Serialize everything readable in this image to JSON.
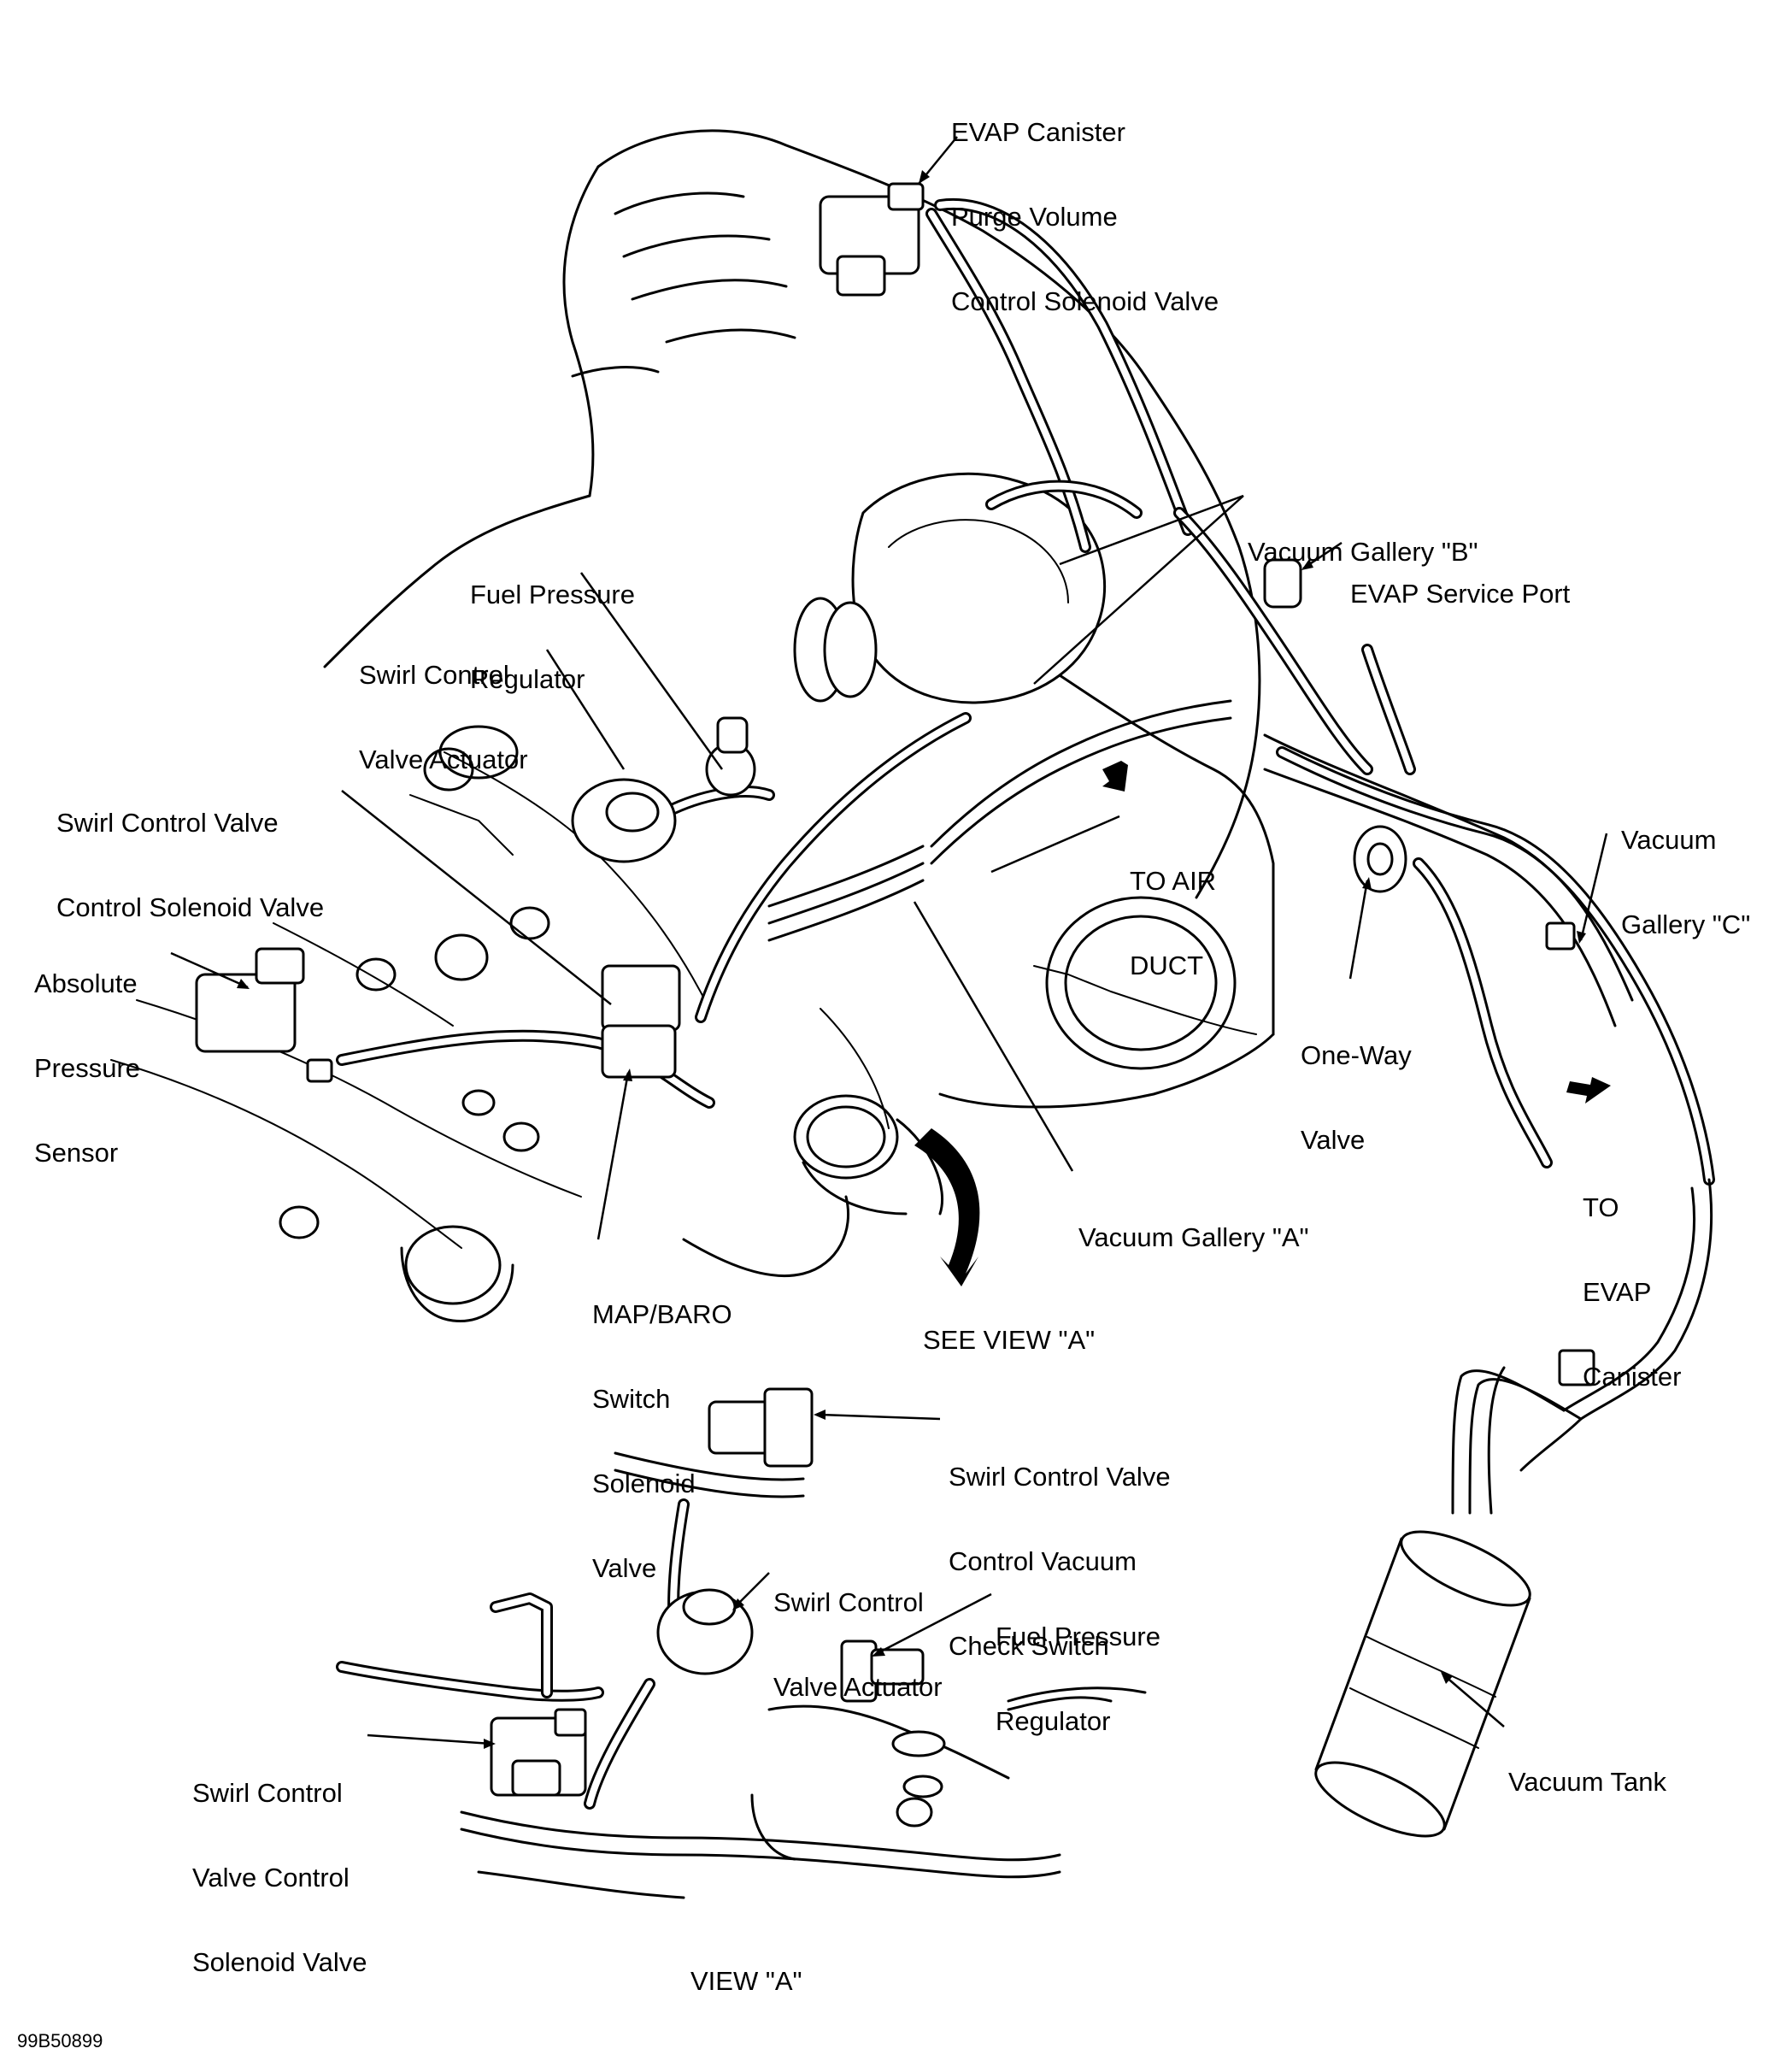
{
  "labels": {
    "evap_purge": [
      "EVAP Canister",
      "Purge Volume",
      "Control Solenoid Valve"
    ],
    "vacuum_gallery_b": [
      "Vacuum Gallery \"B\""
    ],
    "evap_service_port": [
      "EVAP Service Port"
    ],
    "fuel_pressure_regulator": [
      "Fuel Pressure",
      "Regulator"
    ],
    "swirl_actuator": [
      "Swirl Control",
      "Valve Actuator"
    ],
    "swirl_solenoid": [
      "Swirl Control Valve",
      "Control Solenoid Valve"
    ],
    "absolute_pressure_sensor": [
      "Absolute",
      "Pressure",
      "Sensor"
    ],
    "to_air_duct": [
      "TO AIR",
      "DUCT"
    ],
    "vacuum_gallery_c": [
      "Vacuum",
      "Gallery \"C\""
    ],
    "one_way_valve": [
      "One-Way",
      "Valve"
    ],
    "to_evap_canister": [
      "TO",
      "EVAP",
      "Canister"
    ],
    "vacuum_gallery_a": [
      "Vacuum Gallery \"A\""
    ],
    "map_baro": [
      "MAP/BARO",
      "Switch",
      "Solenoid",
      "Valve"
    ],
    "see_view_a": [
      "SEE VIEW \"A\""
    ],
    "view_a_check_switch": [
      "Swirl Control Valve",
      "Control Vacuum",
      "Check Switch"
    ],
    "view_a_actuator": [
      "Swirl Control",
      "Valve Actuator"
    ],
    "view_a_fuel_regulator": [
      "Fuel Pressure",
      "Regulator"
    ],
    "view_a_solenoid": [
      "Swirl Control",
      "Valve Control",
      "Solenoid Valve"
    ],
    "vacuum_tank": [
      "Vacuum Tank"
    ],
    "view_a_title": [
      "VIEW \"A\""
    ],
    "figure_code": [
      "99B50899"
    ]
  }
}
